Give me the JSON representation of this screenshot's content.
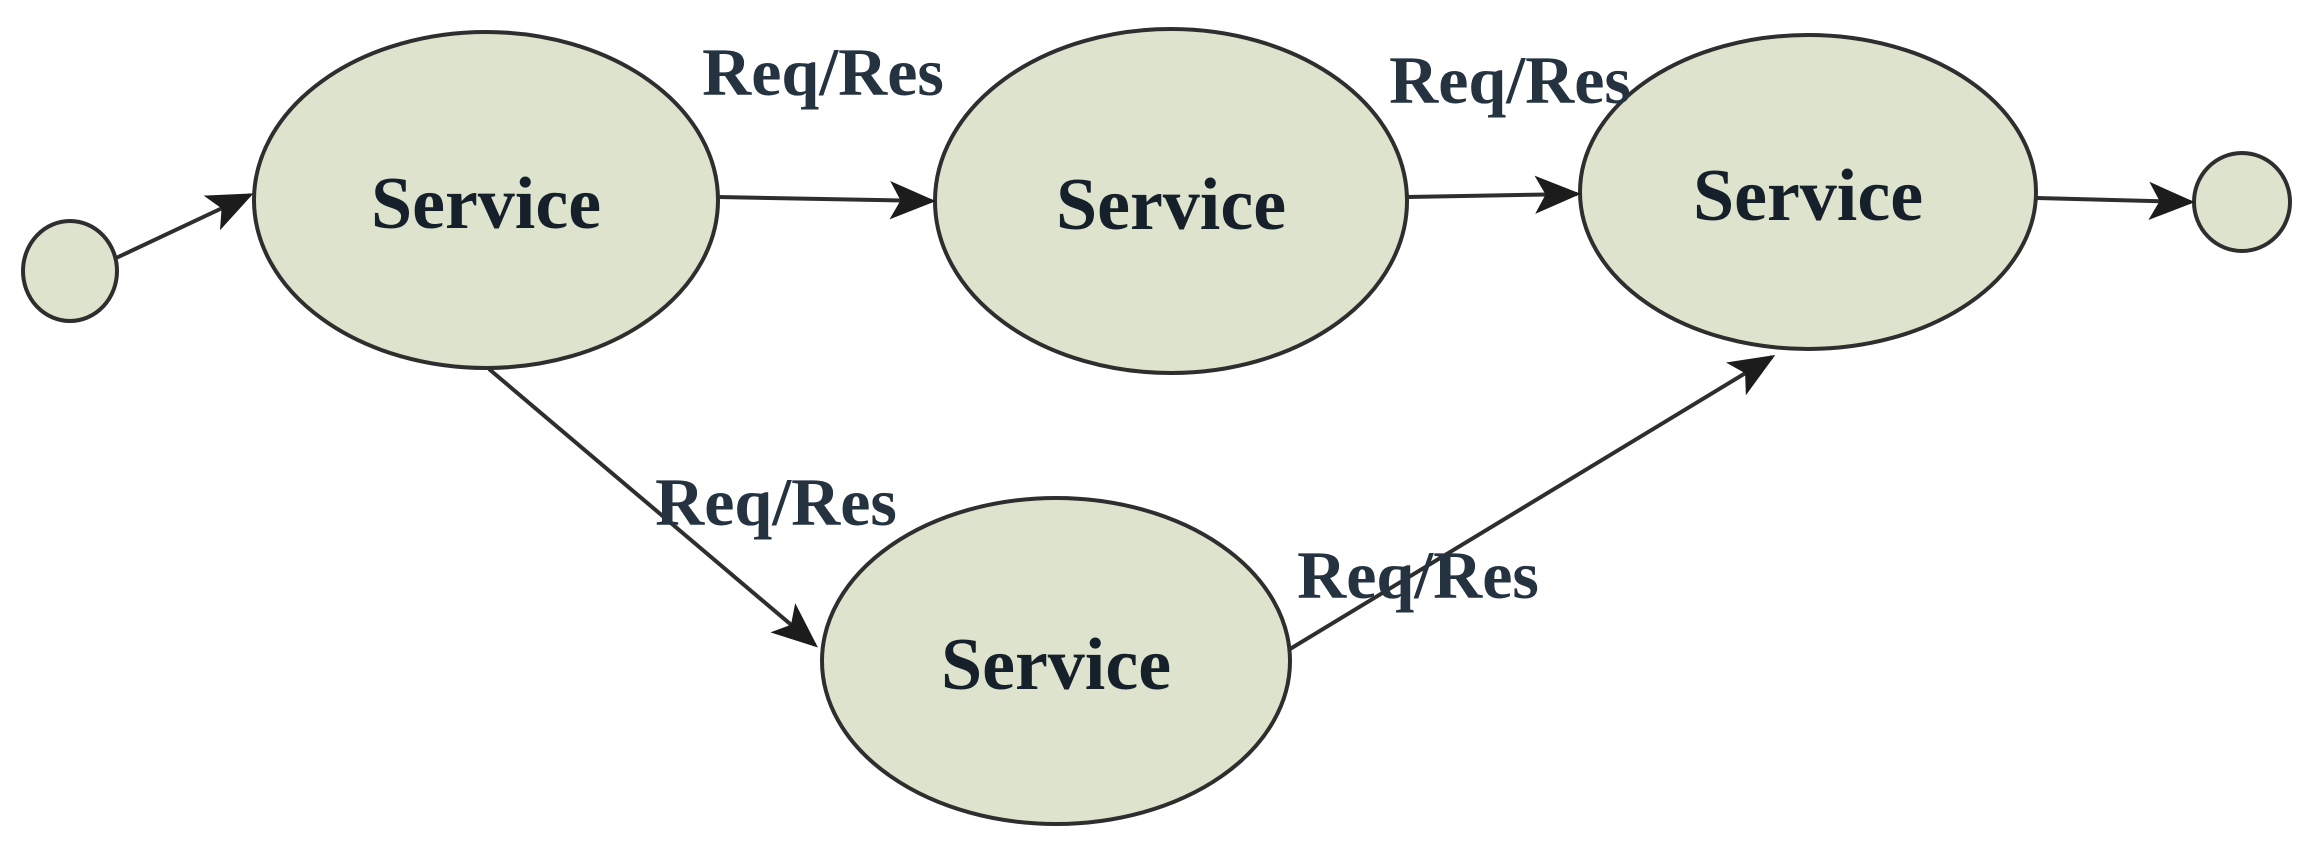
{
  "diagram": {
    "title": "service-request-response-flow",
    "colors": {
      "background": "#ffffff",
      "node_fill": "#dde3cd",
      "node_stroke": "#2e2e2e",
      "edge_stroke": "#2e2e2e",
      "node_text": "#16202a",
      "edge_label_text": "#253341"
    },
    "nodes": {
      "start": {
        "type": "initial-state-circle",
        "label": ""
      },
      "service1": {
        "type": "service-ellipse",
        "label": "Service"
      },
      "service2": {
        "type": "service-ellipse",
        "label": "Service"
      },
      "service3": {
        "type": "service-ellipse",
        "label": "Service"
      },
      "service4": {
        "type": "service-ellipse",
        "label": "Service"
      },
      "end": {
        "type": "final-state-circle",
        "label": ""
      }
    },
    "edges": [
      {
        "from": "start",
        "to": "service1",
        "label": ""
      },
      {
        "from": "service1",
        "to": "service2",
        "label": "Req/Res"
      },
      {
        "from": "service2",
        "to": "service3",
        "label": "Req/Res"
      },
      {
        "from": "service1",
        "to": "service4",
        "label": "Req/Res"
      },
      {
        "from": "service4",
        "to": "service3",
        "label": "Req/Res"
      },
      {
        "from": "service3",
        "to": "end",
        "label": ""
      }
    ]
  }
}
